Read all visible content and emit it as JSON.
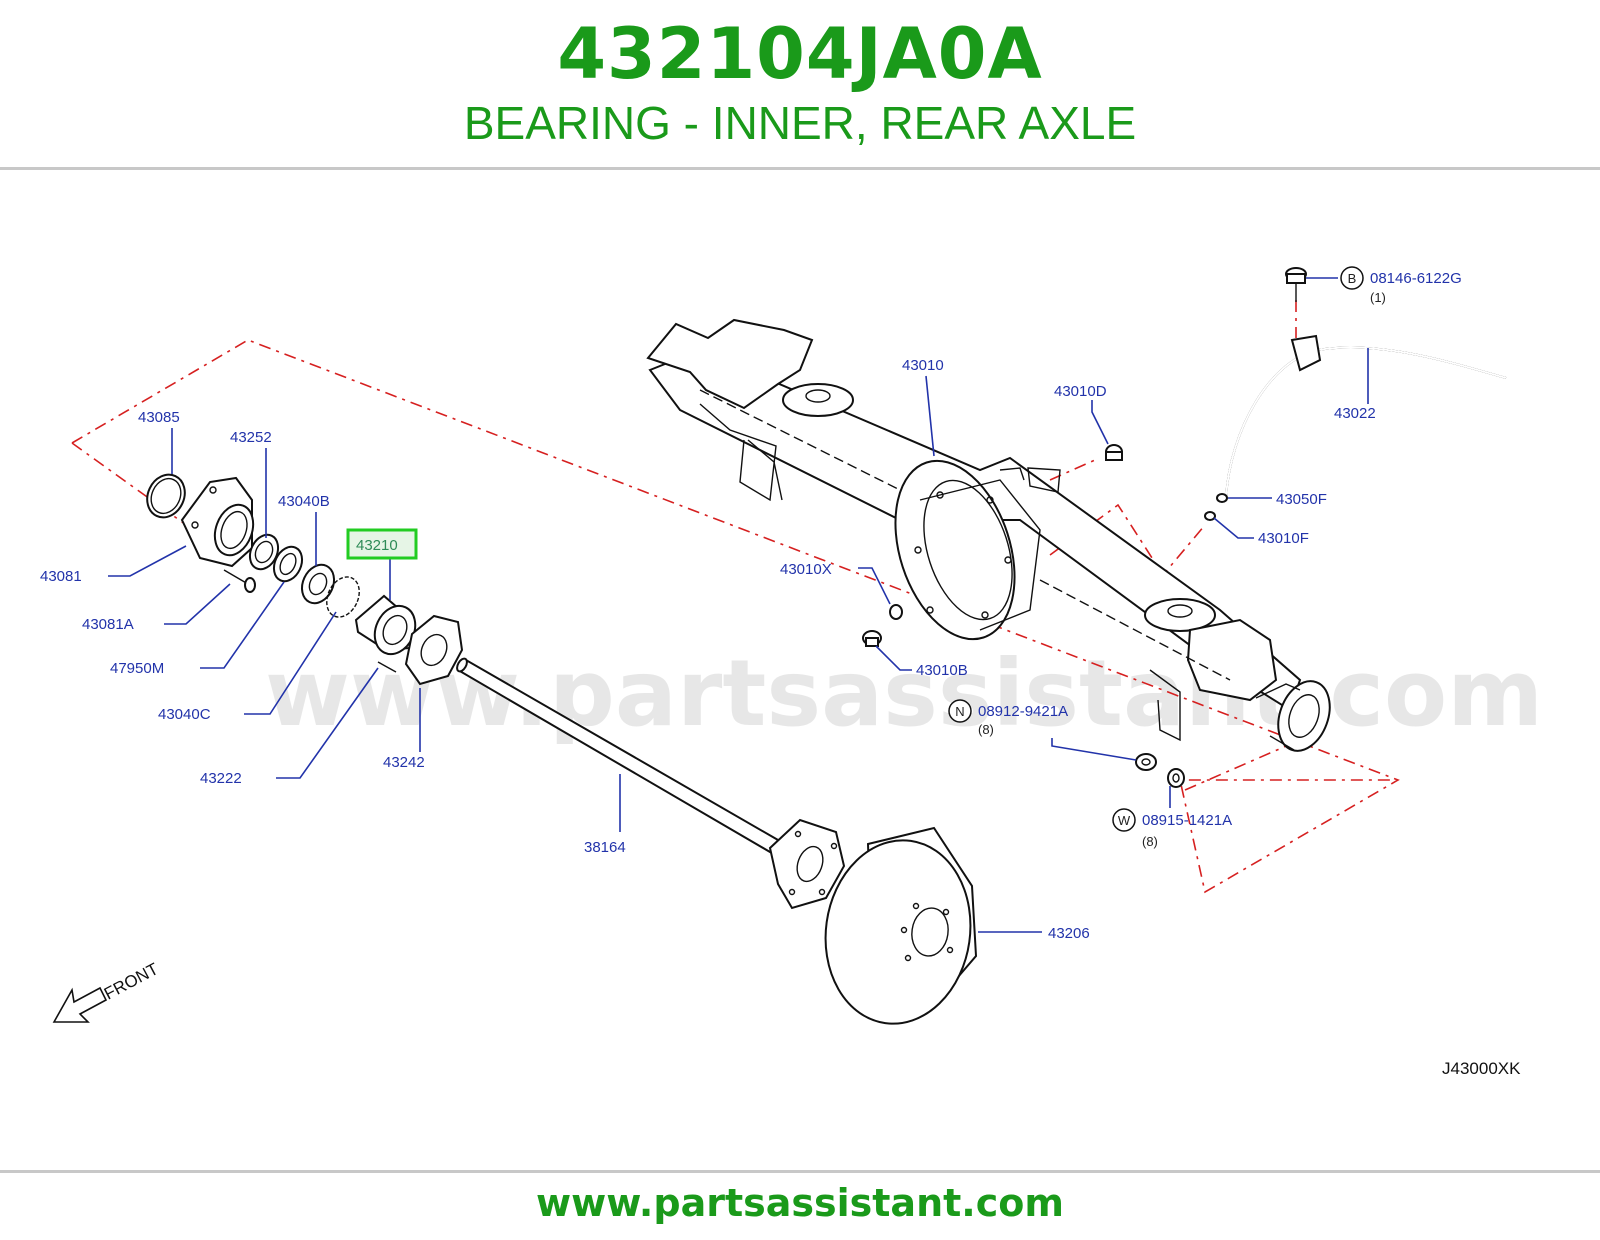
{
  "header": {
    "part_number": "432104JA0A",
    "description": "BEARING - INNER, REAR AXLE"
  },
  "diagram": {
    "watermark": "www.partsassistant.com",
    "highlight_color": "#22cc22",
    "labels": {
      "l43085": "43085",
      "l43252": "43252",
      "l43040B": "43040B",
      "l43210": "43210",
      "l43081": "43081",
      "l43081A": "43081A",
      "l47950M": "47950M",
      "l43040C": "43040C",
      "l43222": "43222",
      "l43242": "43242",
      "l38164": "38164",
      "l43206": "43206",
      "l43010": "43010",
      "l43010D": "43010D",
      "l43010X": "43010X",
      "l43010B": "43010B",
      "l43022": "43022",
      "l43050F": "43050F",
      "l43010F": "43010F",
      "l08146": "08146-6122G",
      "l08912": "08912-9421A",
      "l08915": "08915-1421A"
    },
    "callouts": {
      "b_letter": "B",
      "n_letter": "N",
      "w_letter": "W",
      "b_qty": "(1)",
      "n_qty": "(8)",
      "w_qty": "(8)"
    },
    "front_label": "FRONT",
    "drawing_code": "J43000XK"
  },
  "footer": {
    "url": "www.partsassistant.com"
  }
}
